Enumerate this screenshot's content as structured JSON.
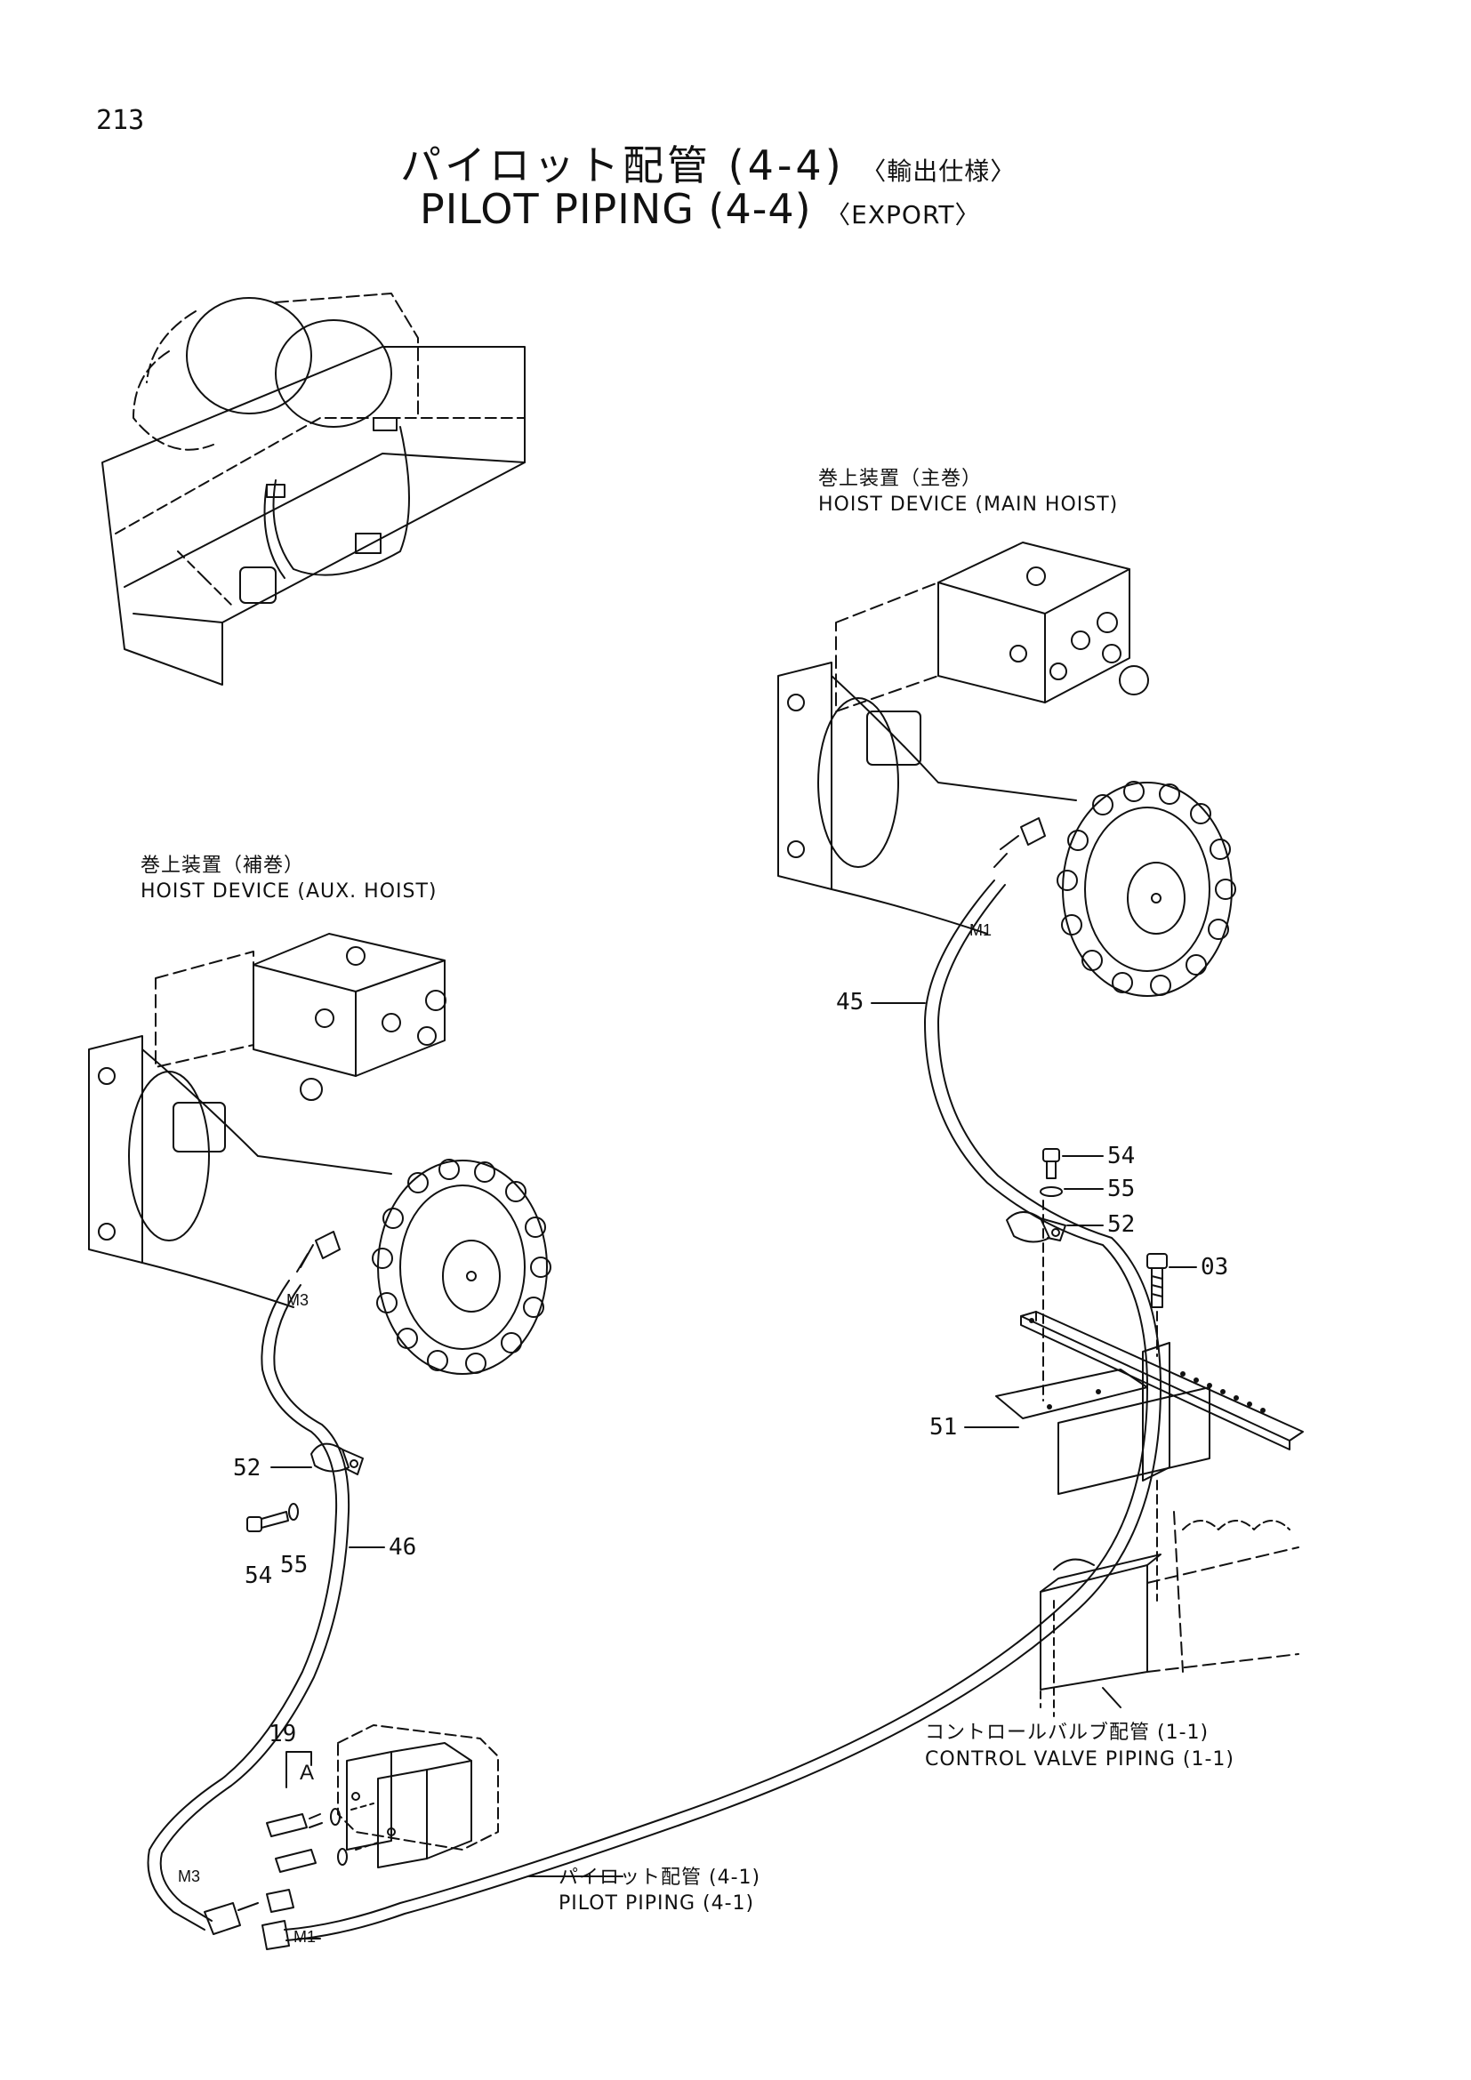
{
  "page_number": "213",
  "title": {
    "ja_main": "パイロット配管 (4-4)",
    "ja_sub": "〈輸出仕様〉",
    "en_main": "PILOT PIPING (4-4)",
    "en_sub": "〈EXPORT〉"
  },
  "callouts": {
    "main_hoist_ja": "巻上装置（主巻）",
    "main_hoist_en": "HOIST DEVICE (MAIN HOIST)",
    "aux_hoist_ja": "巻上装置（補巻）",
    "aux_hoist_en": "HOIST DEVICE (AUX. HOIST)",
    "control_valve_ja": "コントロールバルブ配管 (1-1)",
    "control_valve_en": "CONTROL VALVE PIPING (1-1)",
    "pilot_piping_ja": "パイロット配管 (4-1)",
    "pilot_piping_en": "PILOT PIPING (4-1)"
  },
  "part_numbers": {
    "p45": "45",
    "p54a": "54",
    "p55a": "55",
    "p52a": "52",
    "p03": "03",
    "p51": "51",
    "p52b": "52",
    "p54b": "54",
    "p55b": "55",
    "p46": "46",
    "p19": "19"
  },
  "port_labels": {
    "m1_main": "M1",
    "m3_aux": "M3",
    "m3_bottom": "M3",
    "m1_bottom": "M1",
    "a": "A"
  }
}
